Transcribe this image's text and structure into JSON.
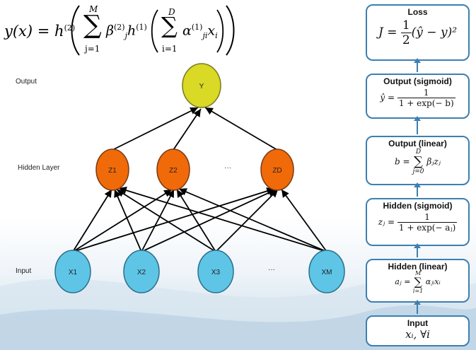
{
  "labels": {
    "output": "Output",
    "hidden": "Hidden Layer",
    "input": "Input"
  },
  "nodes": {
    "output": "Y",
    "hidden": [
      "Z1",
      "Z2",
      "ZD"
    ],
    "inputs": [
      "X1",
      "X2",
      "X3",
      "XM"
    ],
    "ellipsis": "···"
  },
  "equation": {
    "lhs": "y(x) = h",
    "h2": "(2)",
    "upper_M": "M",
    "lower_j": "j=1",
    "beta": "β",
    "beta_sup": "(2)",
    "beta_sub": "j",
    "h1": "h",
    "h1_sup": "(1)",
    "upper_D": "D",
    "lower_i": "i=1",
    "alpha": "α",
    "alpha_sup": "(1)",
    "alpha_sub": "ji",
    "x": "x",
    "x_sub": "i"
  },
  "boxes": {
    "loss": {
      "title": "Loss",
      "lhs": "J =",
      "num": "1",
      "den": "2",
      "rest": "(ŷ − y)²"
    },
    "output_sigmoid": {
      "title": "Output (sigmoid)",
      "lhs": "ŷ =",
      "num": "1",
      "den": "1 + exp(− b)"
    },
    "output_linear": {
      "title": "Output (linear)",
      "lhs": "b =",
      "sum_upper": "D",
      "sum_lower": "j=0",
      "rest": "βⱼzⱼ"
    },
    "hidden_sigmoid": {
      "title": "Hidden (sigmoid)",
      "lhs": "zⱼ =",
      "num": "1",
      "den": "1 + exp(− aⱼ)"
    },
    "hidden_linear": {
      "title": "Hidden (linear)",
      "lhs": "aⱼ =",
      "sum_upper": "M",
      "sum_lower": "i=1",
      "rest": "αⱼᵢxᵢ"
    },
    "input": {
      "title": "Input",
      "formula": "xᵢ, ∀i"
    }
  },
  "colors": {
    "output_node": "#d9d926",
    "hidden_node": "#f06a0a",
    "input_node": "#5ec5e6",
    "box_border": "#3d7fb0"
  }
}
